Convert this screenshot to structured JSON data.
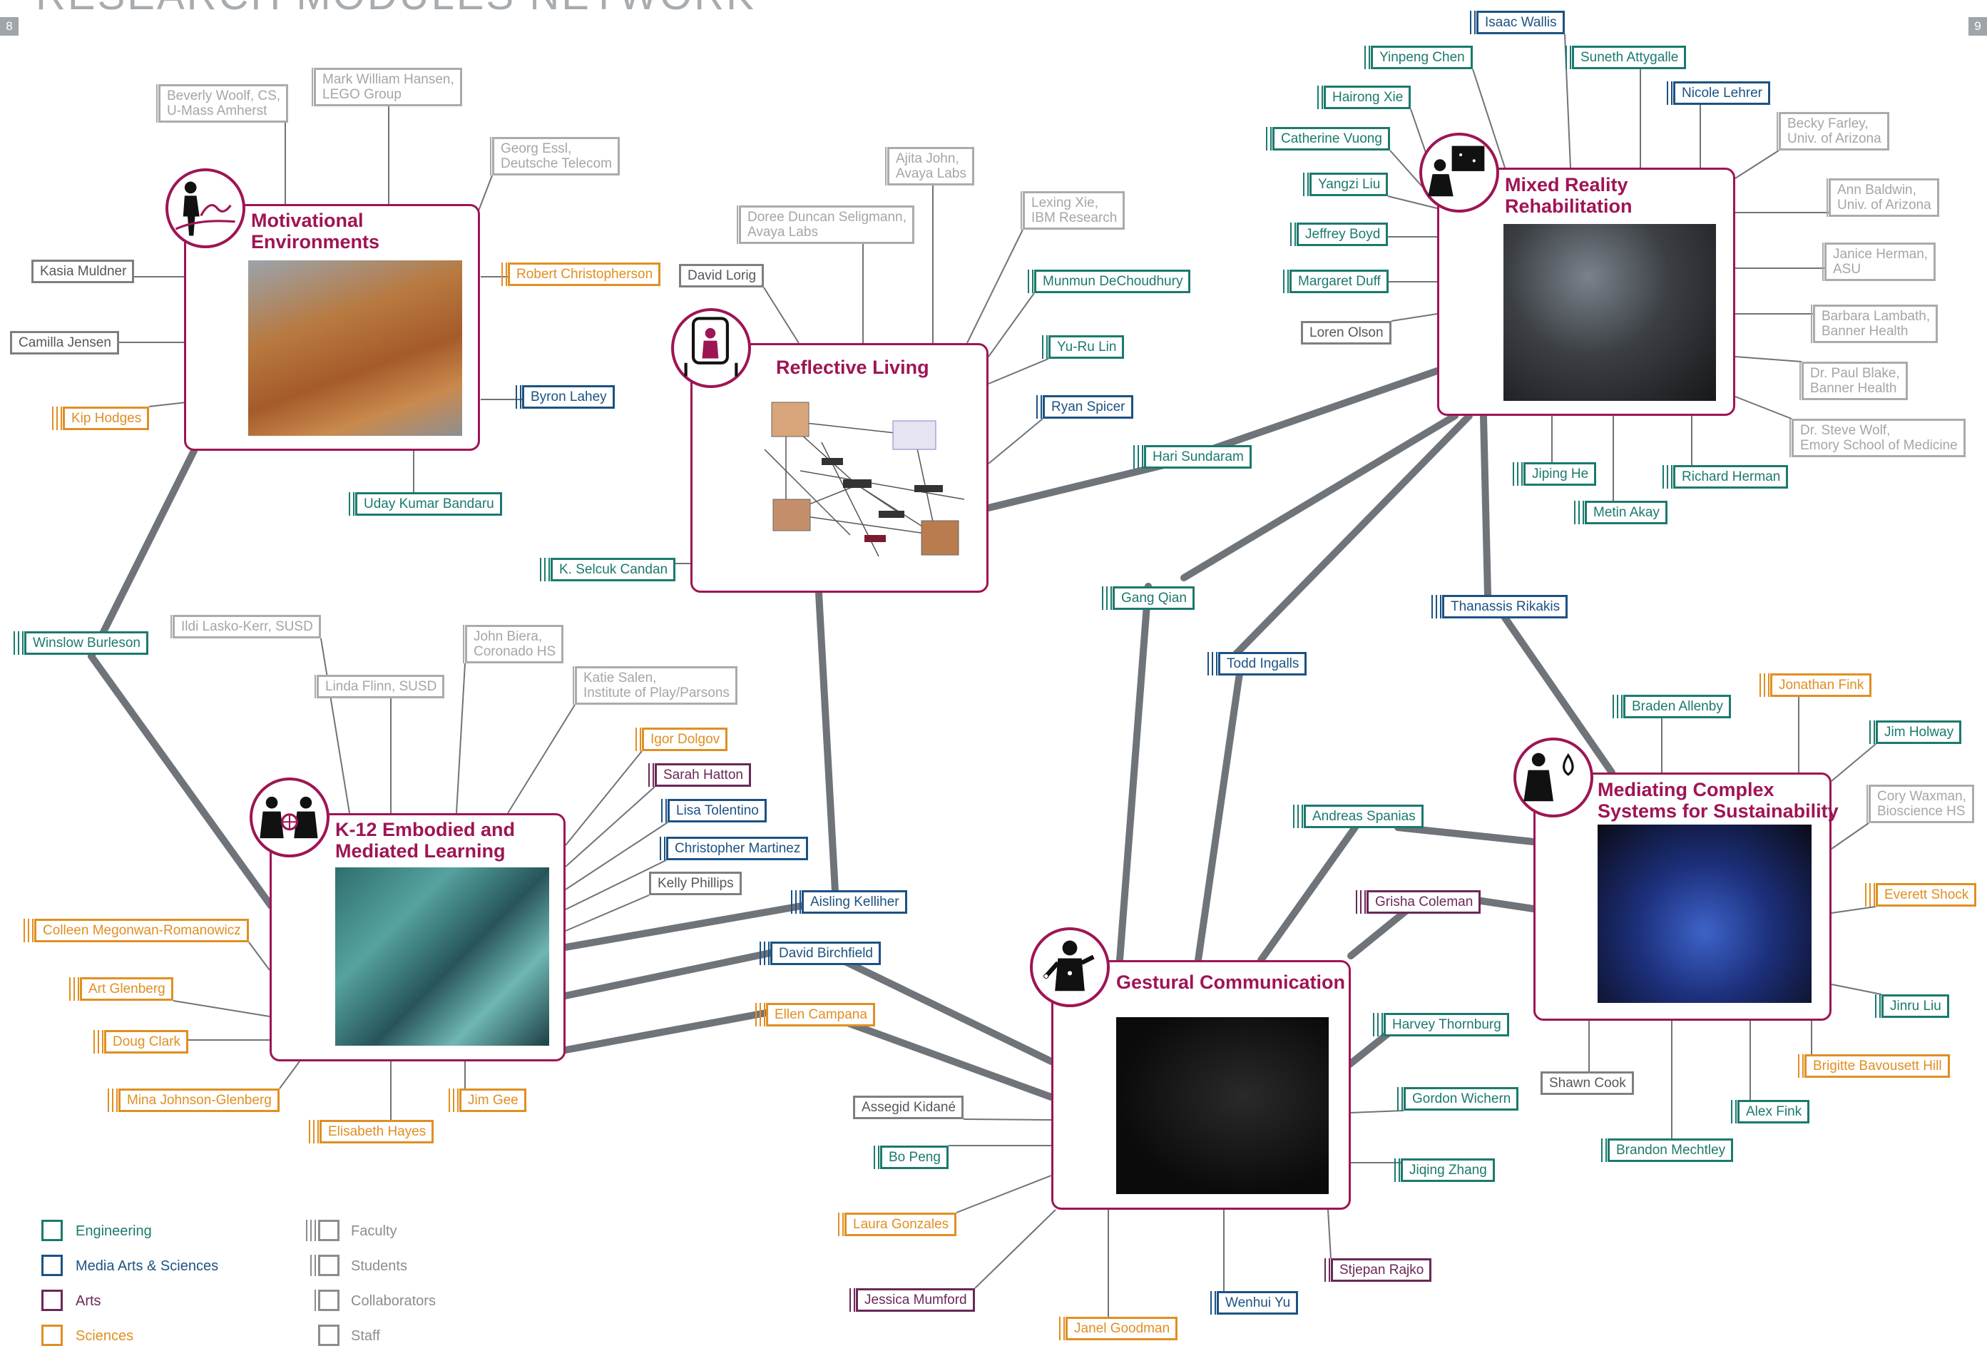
{
  "page": {
    "title": "RESEARCH MODULES NETWORK",
    "left_page_number": "8",
    "right_page_number": "9"
  },
  "colors": {
    "engineering": "#1b7a6e",
    "media_arts_sciences": "#1c5283",
    "arts": "#6b2857",
    "sciences": "#e08f22",
    "collaborator": "#a9abad",
    "staff": "#7d7f82",
    "hub": "#9e1554",
    "line": "#6f737a"
  },
  "hubs": [
    {
      "id": "motivational",
      "title": "Motivational\nEnvironments",
      "icon": "person-walking-icon"
    },
    {
      "id": "reflective",
      "title": "Reflective Living",
      "icon": "person-in-device-icon"
    },
    {
      "id": "mixed",
      "title": "Mixed Reality\nRehabilitation",
      "icon": "person-with-screen-icon"
    },
    {
      "id": "k12",
      "title": "K-12 Embodied and\nMediated Learning",
      "icon": "people-with-globe-icon"
    },
    {
      "id": "gestural",
      "title": "Gestural Communication",
      "icon": "person-gesturing-icon"
    },
    {
      "id": "mediating",
      "title": "Mediating Complex\nSystems for Sustainability",
      "icon": "person-with-drop-icon"
    }
  ],
  "people": [
    {
      "name": "Beverly Woolf, CS,\nU-Mass Amherst",
      "area": "collaborator",
      "role": "collaborator"
    },
    {
      "name": "Mark William Hansen,\nLEGO Group",
      "area": "collaborator",
      "role": "collaborator"
    },
    {
      "name": "Georg Essl,\nDeutsche Telecom",
      "area": "collaborator",
      "role": "collaborator"
    },
    {
      "name": "Kasia Muldner",
      "area": "staff",
      "role": "staff"
    },
    {
      "name": "Camilla Jensen",
      "area": "staff",
      "role": "staff"
    },
    {
      "name": "Kip Hodges",
      "area": "sciences",
      "role": "faculty"
    },
    {
      "name": "Robert Christopherson",
      "area": "sciences",
      "role": "student"
    },
    {
      "name": "Byron Lahey",
      "area": "media",
      "role": "student"
    },
    {
      "name": "Uday Kumar Bandaru",
      "area": "engineering",
      "role": "student"
    },
    {
      "name": "Winslow Burleson",
      "area": "engineering",
      "role": "faculty"
    },
    {
      "name": "Doree Duncan Seligmann,\nAvaya Labs",
      "area": "collaborator",
      "role": "collaborator"
    },
    {
      "name": "Ajita John,\nAvaya Labs",
      "area": "collaborator",
      "role": "collaborator"
    },
    {
      "name": "Lexing Xie,\nIBM Research",
      "area": "collaborator",
      "role": "collaborator"
    },
    {
      "name": "David Lorig",
      "area": "staff",
      "role": "staff"
    },
    {
      "name": "Munmun DeChoudhury",
      "area": "engineering",
      "role": "student"
    },
    {
      "name": "Yu-Ru Lin",
      "area": "engineering",
      "role": "student"
    },
    {
      "name": "Ryan Spicer",
      "area": "media",
      "role": "student"
    },
    {
      "name": "Hari Sundaram",
      "area": "engineering",
      "role": "faculty"
    },
    {
      "name": "K. Selcuk Candan",
      "area": "engineering",
      "role": "faculty"
    },
    {
      "name": "Isaac Wallis",
      "area": "media",
      "role": "student"
    },
    {
      "name": "Yinpeng Chen",
      "area": "engineering",
      "role": "student"
    },
    {
      "name": "Suneth Attygalle",
      "area": "engineering",
      "role": "student"
    },
    {
      "name": "Hairong Xie",
      "area": "engineering",
      "role": "student"
    },
    {
      "name": "Nicole Lehrer",
      "area": "media",
      "role": "student"
    },
    {
      "name": "Catherine Vuong",
      "area": "engineering",
      "role": "student"
    },
    {
      "name": "Becky Farley,\nUniv. of Arizona",
      "area": "collaborator",
      "role": "collaborator"
    },
    {
      "name": "Yangzi Liu",
      "area": "engineering",
      "role": "student"
    },
    {
      "name": "Ann Baldwin,\nUniv. of Arizona",
      "area": "collaborator",
      "role": "collaborator"
    },
    {
      "name": "Jeffrey Boyd",
      "area": "engineering",
      "role": "student"
    },
    {
      "name": "Janice Herman,\nASU",
      "area": "collaborator",
      "role": "collaborator"
    },
    {
      "name": "Margaret Duff",
      "area": "engineering",
      "role": "student"
    },
    {
      "name": "Barbara Lambath,\nBanner Health",
      "area": "collaborator",
      "role": "collaborator"
    },
    {
      "name": "Loren Olson",
      "area": "staff",
      "role": "staff"
    },
    {
      "name": "Dr. Paul Blake,\nBanner Health",
      "area": "collaborator",
      "role": "collaborator"
    },
    {
      "name": "Dr. Steve Wolf,\nEmory School of Medicine",
      "area": "collaborator",
      "role": "collaborator"
    },
    {
      "name": "Jiping He",
      "area": "engineering",
      "role": "faculty"
    },
    {
      "name": "Richard Herman",
      "area": "engineering",
      "role": "faculty"
    },
    {
      "name": "Metin Akay",
      "area": "engineering",
      "role": "faculty"
    },
    {
      "name": "Gang Qian",
      "area": "engineering",
      "role": "faculty"
    },
    {
      "name": "Thanassis Rikakis",
      "area": "media",
      "role": "faculty"
    },
    {
      "name": "Todd Ingalls",
      "area": "media",
      "role": "faculty"
    },
    {
      "name": "Ildi Lasko-Kerr, SUSD",
      "area": "collaborator",
      "role": "collaborator"
    },
    {
      "name": "John Biera,\nCoronado HS",
      "area": "collaborator",
      "role": "collaborator"
    },
    {
      "name": "Linda Flinn, SUSD",
      "area": "collaborator",
      "role": "collaborator"
    },
    {
      "name": "Katie Salen,\nInstitute of Play/Parsons",
      "area": "collaborator",
      "role": "collaborator"
    },
    {
      "name": "Igor Dolgov",
      "area": "sciences",
      "role": "student"
    },
    {
      "name": "Sarah Hatton",
      "area": "arts",
      "role": "student"
    },
    {
      "name": "Lisa Tolentino",
      "area": "media",
      "role": "student"
    },
    {
      "name": "Christopher Martinez",
      "area": "media",
      "role": "student"
    },
    {
      "name": "Kelly Phillips",
      "area": "staff",
      "role": "staff"
    },
    {
      "name": "Aisling Kelliher",
      "area": "media",
      "role": "faculty"
    },
    {
      "name": "David Birchfield",
      "area": "media",
      "role": "faculty"
    },
    {
      "name": "Ellen Campana",
      "area": "sciences",
      "role": "faculty"
    },
    {
      "name": "Colleen Megonwan-Romanowicz",
      "area": "sciences",
      "role": "faculty"
    },
    {
      "name": "Art Glenberg",
      "area": "sciences",
      "role": "faculty"
    },
    {
      "name": "Doug Clark",
      "area": "sciences",
      "role": "faculty"
    },
    {
      "name": "Mina Johnson-Glenberg",
      "area": "sciences",
      "role": "faculty"
    },
    {
      "name": "Jim Gee",
      "area": "sciences",
      "role": "faculty"
    },
    {
      "name": "Elisabeth Hayes",
      "area": "sciences",
      "role": "faculty"
    },
    {
      "name": "Braden Allenby",
      "area": "engineering",
      "role": "faculty"
    },
    {
      "name": "Jonathan Fink",
      "area": "sciences",
      "role": "faculty"
    },
    {
      "name": "Jim Holway",
      "area": "engineering",
      "role": "student"
    },
    {
      "name": "Cory Waxman,\nBioscience HS",
      "area": "collaborator",
      "role": "collaborator"
    },
    {
      "name": "Everett Shock",
      "area": "sciences",
      "role": "faculty"
    },
    {
      "name": "Andreas Spanias",
      "area": "engineering",
      "role": "faculty"
    },
    {
      "name": "Grisha Coleman",
      "area": "arts",
      "role": "faculty"
    },
    {
      "name": "Harvey Thornburg",
      "area": "engineering",
      "role": "faculty"
    },
    {
      "name": "Jinru Liu",
      "area": "engineering",
      "role": "student"
    },
    {
      "name": "Brigitte Bavousett Hill",
      "area": "sciences",
      "role": "student"
    },
    {
      "name": "Shawn Cook",
      "area": "staff",
      "role": "staff"
    },
    {
      "name": "Alex Fink",
      "area": "engineering",
      "role": "student"
    },
    {
      "name": "Brandon Mechtley",
      "area": "engineering",
      "role": "student"
    },
    {
      "name": "Assegid Kidané",
      "area": "staff",
      "role": "staff"
    },
    {
      "name": "Gordon Wichern",
      "area": "engineering",
      "role": "student"
    },
    {
      "name": "Bo Peng",
      "area": "engineering",
      "role": "student"
    },
    {
      "name": "Jiqing Zhang",
      "area": "engineering",
      "role": "student"
    },
    {
      "name": "Laura Gonzales",
      "area": "sciences",
      "role": "student"
    },
    {
      "name": "Stjepan Rajko",
      "area": "arts",
      "role": "student"
    },
    {
      "name": "Jessica Mumford",
      "area": "arts",
      "role": "student"
    },
    {
      "name": "Wenhui Yu",
      "area": "media",
      "role": "student"
    },
    {
      "name": "Janel Goodman",
      "area": "sciences",
      "role": "student"
    }
  ],
  "legend": {
    "areas": [
      {
        "label": "Engineering",
        "area": "engineering"
      },
      {
        "label": "Media Arts & Sciences",
        "area": "media"
      },
      {
        "label": "Arts",
        "area": "arts"
      },
      {
        "label": "Sciences",
        "area": "sciences"
      }
    ],
    "roles": [
      {
        "label": "Faculty",
        "role": "faculty"
      },
      {
        "label": "Students",
        "role": "student"
      },
      {
        "label": "Collaborators",
        "role": "collaborator"
      },
      {
        "label": "Staff",
        "role": "staff"
      }
    ]
  }
}
